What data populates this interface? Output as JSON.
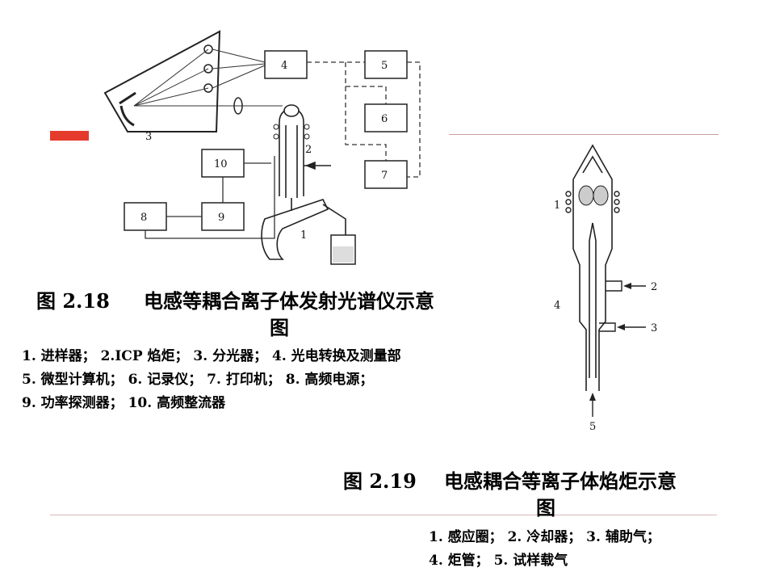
{
  "fig1": {
    "number": "图 2.18",
    "title": "电感等耦合离子体发射光谱仪示意",
    "title_tail": "图",
    "legend": [
      "1. 进样器；  2.ICP 焰炬；  3. 分光器；  4. 光电转换及测量部",
      "5. 微型计算机；  6. 记录仪；  7. 打印机；  8. 高频电源；",
      "9. 功率探测器；  10. 高频整流器"
    ],
    "labels": {
      "n1": "1",
      "n2": "2",
      "n3": "3",
      "n4": "4",
      "n5": "5",
      "n6": "6",
      "n7": "7",
      "n8": "8",
      "n9": "9",
      "n10": "10"
    }
  },
  "fig2": {
    "number": "图 2.19",
    "title": "电感耦合等离子体焰炬示意",
    "title_tail": "图",
    "legend": [
      "1. 感应圈；  2. 冷却器；  3. 辅助气；",
      "4. 炬管；  5. 试样载气"
    ],
    "labels": {
      "n1": "1",
      "n2": "2",
      "n3": "3",
      "n4": "4",
      "n5": "5"
    }
  },
  "colors": {
    "accent_bar": "#e53b2c",
    "rule": "#c8a0a0"
  }
}
